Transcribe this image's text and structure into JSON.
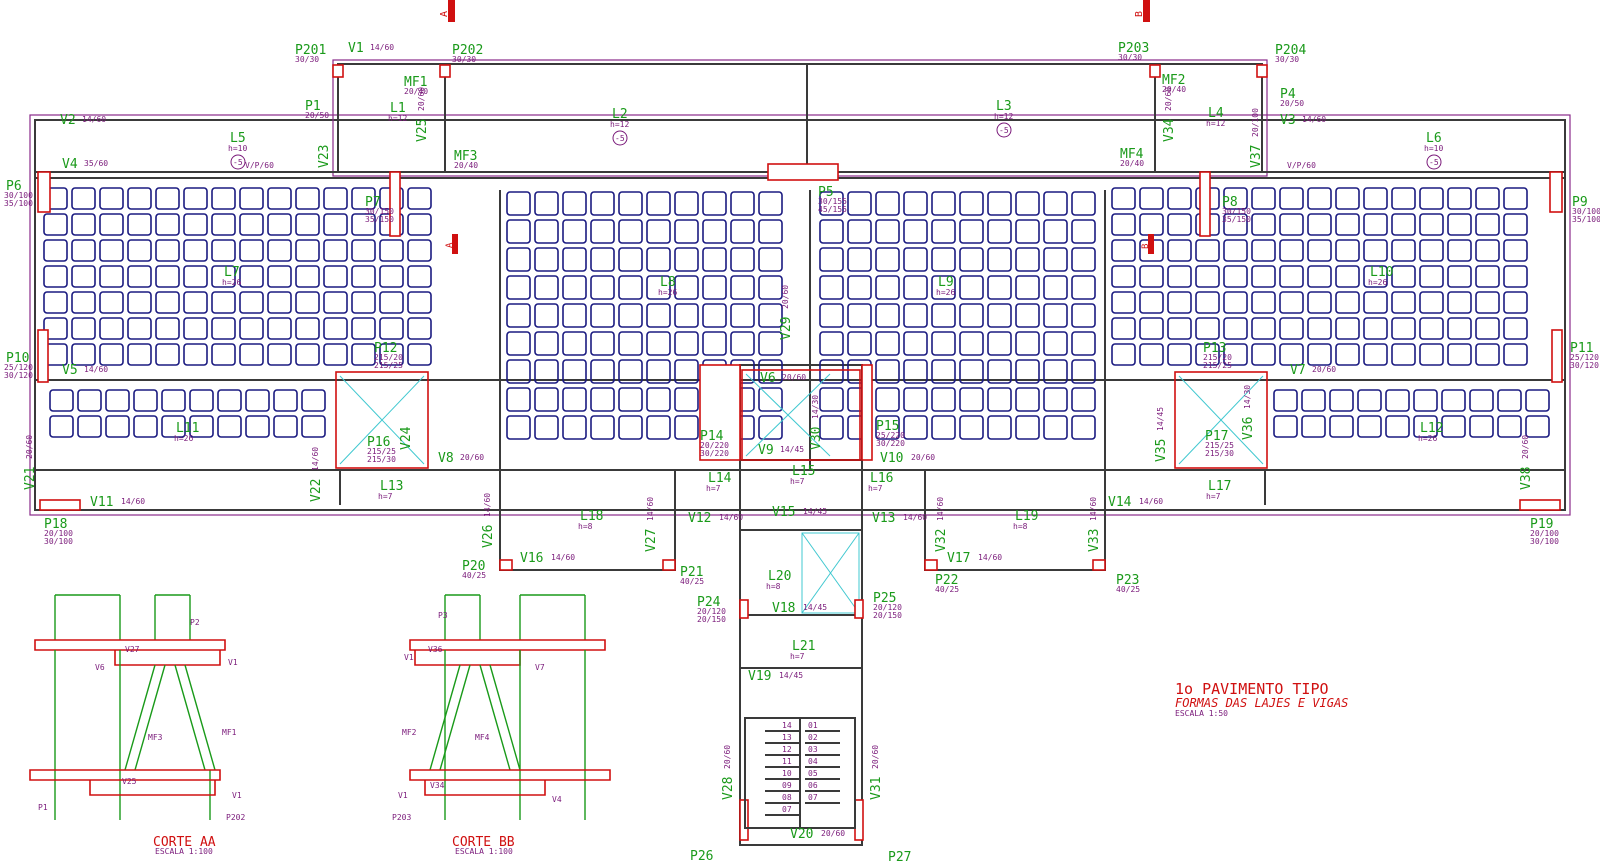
{
  "title": {
    "line1": "1o PAVIMENTO TIPO",
    "line2": "FORMAS DAS LAJES E VIGAS",
    "scale": "ESCALA 1:50"
  },
  "colors": {
    "label": "#1a9a1a",
    "dimension": "#7a1a7a",
    "beam": "#3a3a3a",
    "rib": "#1a1a80",
    "column": "#d01010",
    "shaft": "#40c8d0"
  },
  "cut_markers": {
    "top": [
      "A",
      "B"
    ],
    "inner": [
      "A",
      "B"
    ]
  },
  "pillars": [
    {
      "id": "P201",
      "dim": "30/30"
    },
    {
      "id": "P202",
      "dim": "30/30"
    },
    {
      "id": "P203",
      "dim": "30/30"
    },
    {
      "id": "P204",
      "dim": "30/30"
    },
    {
      "id": "P1",
      "dim": "20/50"
    },
    {
      "id": "P4",
      "dim": "20/50"
    },
    {
      "id": "P6",
      "dim": "30/100 35/100"
    },
    {
      "id": "P7",
      "dim": "30/150 35/150"
    },
    {
      "id": "P5",
      "dim": "30/155 45/155"
    },
    {
      "id": "P8",
      "dim": "30/150 35/150"
    },
    {
      "id": "P9",
      "dim": "30/100 35/100"
    },
    {
      "id": "P10",
      "dim": "25/120 30/120"
    },
    {
      "id": "P11",
      "dim": "25/120 30/120"
    },
    {
      "id": "P12",
      "dim": "215/20 215/25"
    },
    {
      "id": "P13",
      "dim": "215/20 215/25"
    },
    {
      "id": "P14",
      "dim": "20/220 30/220"
    },
    {
      "id": "P15",
      "dim": "25/220 30/220"
    },
    {
      "id": "P16",
      "dim": "215/25 215/30"
    },
    {
      "id": "P17",
      "dim": "215/25 215/30"
    },
    {
      "id": "P18",
      "dim": "20/100 30/100"
    },
    {
      "id": "P19",
      "dim": "20/100 30/100"
    },
    {
      "id": "P20",
      "dim": "40/25"
    },
    {
      "id": "P21",
      "dim": "40/25"
    },
    {
      "id": "P22",
      "dim": "40/25"
    },
    {
      "id": "P23",
      "dim": "40/25"
    },
    {
      "id": "P24",
      "dim": "20/120 20/150"
    },
    {
      "id": "P25",
      "dim": "20/120 20/150"
    },
    {
      "id": "P26",
      "dim": ""
    },
    {
      "id": "P27",
      "dim": ""
    }
  ],
  "slabs": [
    {
      "id": "L1",
      "h": "h=12"
    },
    {
      "id": "L2",
      "h": "h=12",
      "mark": "-5"
    },
    {
      "id": "L3",
      "h": "h=12",
      "mark": "-5"
    },
    {
      "id": "L4",
      "h": "h=12"
    },
    {
      "id": "L5",
      "h": "h=10",
      "mark": "-5"
    },
    {
      "id": "L6",
      "h": "h=10",
      "mark": "-5"
    },
    {
      "id": "L7",
      "h": "h=26"
    },
    {
      "id": "L8",
      "h": "h=26"
    },
    {
      "id": "L9",
      "h": "h=26"
    },
    {
      "id": "L10",
      "h": "h=26"
    },
    {
      "id": "L11",
      "h": "h=26"
    },
    {
      "id": "L12",
      "h": "h=26"
    },
    {
      "id": "L13",
      "h": "h=7"
    },
    {
      "id": "L14",
      "h": "h=7"
    },
    {
      "id": "L15",
      "h": "h=7"
    },
    {
      "id": "L16",
      "h": "h=7"
    },
    {
      "id": "L17",
      "h": "h=7"
    },
    {
      "id": "L18",
      "h": "h=8"
    },
    {
      "id": "L19",
      "h": "h=8"
    },
    {
      "id": "L20",
      "h": "h=8"
    },
    {
      "id": "L21",
      "h": "h=7"
    }
  ],
  "beams": [
    {
      "id": "V1",
      "dim": "14/60"
    },
    {
      "id": "V2",
      "dim": "14/60"
    },
    {
      "id": "V3",
      "dim": "14/60"
    },
    {
      "id": "V4",
      "dim": "35/60"
    },
    {
      "id": "V5",
      "dim": "14/60"
    },
    {
      "id": "V6",
      "dim": "20/60"
    },
    {
      "id": "V7",
      "dim": "20/60"
    },
    {
      "id": "V8",
      "dim": "20/60"
    },
    {
      "id": "V9",
      "dim": "14/45"
    },
    {
      "id": "V10",
      "dim": "20/60"
    },
    {
      "id": "V11",
      "dim": "14/60"
    },
    {
      "id": "V12",
      "dim": "14/60"
    },
    {
      "id": "V13",
      "dim": "14/60"
    },
    {
      "id": "V14",
      "dim": "14/60"
    },
    {
      "id": "V15",
      "dim": "14/45"
    },
    {
      "id": "V16",
      "dim": "14/60"
    },
    {
      "id": "V17",
      "dim": "14/60"
    },
    {
      "id": "V18",
      "dim": "14/45"
    },
    {
      "id": "V19",
      "dim": "14/45"
    },
    {
      "id": "V20",
      "dim": "20/60"
    },
    {
      "id": "V21",
      "dim": "20/60"
    },
    {
      "id": "V22",
      "dim": "14/60"
    },
    {
      "id": "V23",
      "dim": ""
    },
    {
      "id": "V24",
      "dim": ""
    },
    {
      "id": "V25",
      "dim": "20/60"
    },
    {
      "id": "V26",
      "dim": "14/60"
    },
    {
      "id": "V27",
      "dim": "14/60"
    },
    {
      "id": "V28",
      "dim": "20/60"
    },
    {
      "id": "V29",
      "dim": "20/60"
    },
    {
      "id": "V30",
      "dim": "14/30"
    },
    {
      "id": "V31",
      "dim": "20/60"
    },
    {
      "id": "V32",
      "dim": "14/60"
    },
    {
      "id": "V33",
      "dim": "14/60"
    },
    {
      "id": "V34",
      "dim": "20/60"
    },
    {
      "id": "V35",
      "dim": "14/45"
    },
    {
      "id": "V36",
      "dim": "14/30"
    },
    {
      "id": "V37",
      "dim": "20/100"
    },
    {
      "id": "V38",
      "dim": "20/60"
    }
  ],
  "wall_beam": "V/P/60",
  "stair_steps_left": [
    "14",
    "13",
    "12",
    "11",
    "10",
    "09",
    "08",
    "07"
  ],
  "stair_steps_right": [
    "01",
    "02",
    "03",
    "04",
    "05",
    "06",
    "07"
  ],
  "sections": [
    {
      "title": "CORTE AA",
      "scale": "ESCALA 1:100",
      "labels": [
        "V27",
        "V6",
        "MF3",
        "MF1",
        "V1",
        "P2",
        "P1",
        "V1",
        "P202",
        "V25"
      ]
    },
    {
      "title": "CORTE BB",
      "scale": "ESCALA 1:100",
      "labels": [
        "V36",
        "V7",
        "MF4",
        "MF2",
        "V1",
        "P3",
        "V1",
        "P203",
        "V34",
        "V4"
      ]
    }
  ],
  "mf": [
    {
      "id": "MF1",
      "dim": "20/40"
    },
    {
      "id": "MF2",
      "dim": "20/40"
    },
    {
      "id": "MF3",
      "dim": "20/40"
    },
    {
      "id": "MF4",
      "dim": "20/40"
    }
  ]
}
